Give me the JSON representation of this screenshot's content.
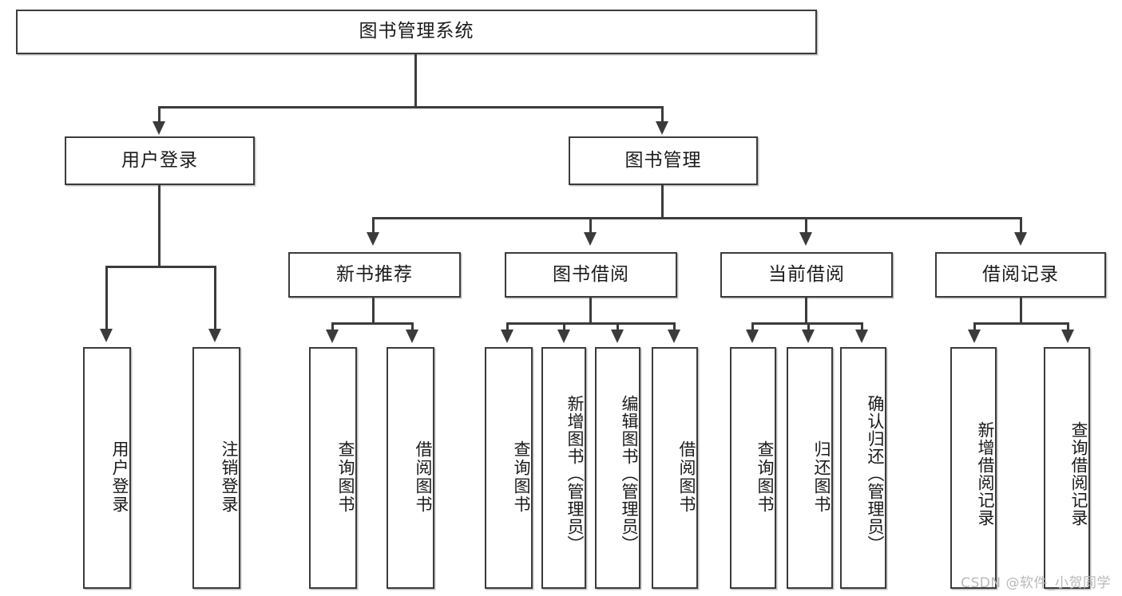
{
  "diagram": {
    "type": "tree-hierarchy",
    "title": "图书管理系统",
    "root": {
      "label": "图书管理系统"
    },
    "level1": [
      {
        "id": "user-login",
        "label": "用户登录"
      },
      {
        "id": "book-manage",
        "label": "图书管理"
      }
    ],
    "level2": [
      {
        "id": "new-book-recommend",
        "label": "新书推荐"
      },
      {
        "id": "book-borrow",
        "label": "图书借阅"
      },
      {
        "id": "current-borrow",
        "label": "当前借阅"
      },
      {
        "id": "borrow-record",
        "label": "借阅记录"
      }
    ],
    "leaves": {
      "user_login": [
        {
          "id": "leaf-user-login",
          "label": "用户登录"
        },
        {
          "id": "leaf-user-logout",
          "label": "注销登录"
        }
      ],
      "new_book_recommend": [
        {
          "id": "leaf-query-book-1",
          "label": "查询图书"
        },
        {
          "id": "leaf-borrow-book-1",
          "label": "借阅图书"
        }
      ],
      "book_borrow": [
        {
          "id": "leaf-query-book-2",
          "label": "查询图书"
        },
        {
          "id": "leaf-add-book",
          "label": "新增图书（管理员）"
        },
        {
          "id": "leaf-edit-book",
          "label": "编辑图书（管理员）"
        },
        {
          "id": "leaf-borrow-book-2",
          "label": "借阅图书"
        }
      ],
      "current_borrow": [
        {
          "id": "leaf-query-book-3",
          "label": "查询图书"
        },
        {
          "id": "leaf-return-book",
          "label": "归还图书"
        },
        {
          "id": "leaf-confirm-return",
          "label": "确认归还（管理员）"
        }
      ],
      "borrow_record": [
        {
          "id": "leaf-add-record",
          "label": "新增借阅记录"
        },
        {
          "id": "leaf-query-record",
          "label": "查询借阅记录"
        }
      ]
    }
  },
  "watermark": {
    "text": "CSDN @软件_小贺同学"
  },
  "colors": {
    "stroke": "#3b3b3b",
    "background": "#ffffff",
    "text": "#1a1a1a",
    "watermark": "#b9b9b9"
  }
}
